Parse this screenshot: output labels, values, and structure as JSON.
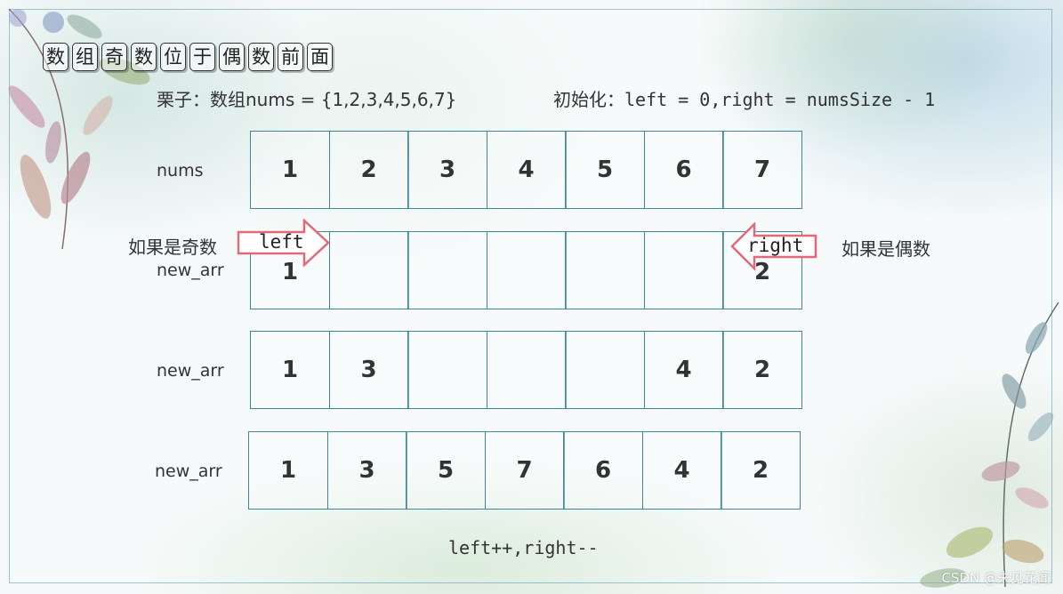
{
  "title_chars": [
    "数",
    "组",
    "奇",
    "数",
    "位",
    "于",
    "偶",
    "数",
    "前",
    "面"
  ],
  "example": "栗子：数组nums = {1,2,3,4,5,6,7}",
  "init": "初始化：left = 0,right = numsSize - 1",
  "rows": [
    {
      "label": "nums",
      "cells": [
        "1",
        "2",
        "3",
        "4",
        "5",
        "6",
        "7"
      ]
    },
    {
      "label": "new_arr",
      "cells": [
        "1",
        "",
        "",
        "",
        "",
        "",
        "2"
      ]
    },
    {
      "label": "new_arr",
      "cells": [
        "1",
        "3",
        "",
        "",
        "",
        "4",
        "2"
      ]
    },
    {
      "label": "new_arr",
      "cells": [
        "1",
        "3",
        "5",
        "7",
        "6",
        "4",
        "2"
      ]
    }
  ],
  "odd_label": "如果是奇数",
  "even_label": "如果是偶数",
  "left_arrow": "left",
  "right_arrow": "right",
  "step": "left++,right--",
  "watermark": "CSDN @未见花闻",
  "colors": {
    "grid": "#3f8696",
    "arrow_stroke": "#e06a78",
    "arrow_fill": "#ffffff"
  }
}
